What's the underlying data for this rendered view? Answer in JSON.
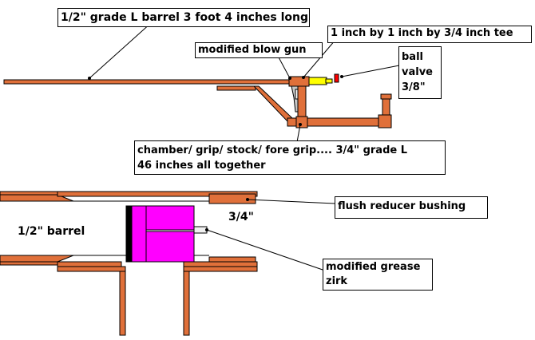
{
  "labels": {
    "barrel_top": "1/2\" grade L barrel 3 foot 4 inches long",
    "blow_gun": "modified blow gun",
    "tee": "1 inch by 1 inch by 3/4 inch tee",
    "ball_valve_line1": "ball",
    "ball_valve_line2": "valve",
    "ball_valve_line3": "3/8\"",
    "chamber_line1": "chamber/ grip/ stock/ fore grip.... 3/4\"  grade L",
    "chamber_line2": "46 inches all together",
    "reducer": "flush reducer bushing",
    "three_quarter": "3/4\"",
    "half_barrel": "1/2\" barrel",
    "zirk_line1": "modified grease",
    "zirk_line2": "zirk"
  },
  "colors": {
    "pipe": "#e0703a",
    "piston": "#ff00ff",
    "valve": "#ffff00",
    "valve_handle": "#ff0000",
    "outline": "#000000"
  }
}
